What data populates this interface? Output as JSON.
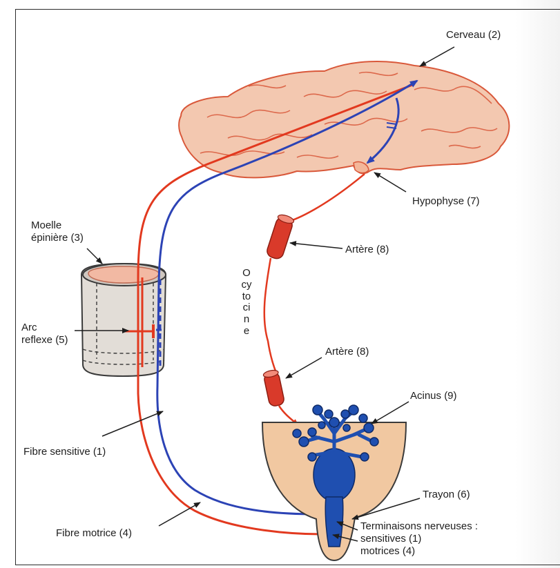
{
  "labels": {
    "cerveau": "Cerveau (2)",
    "hypophyse": "Hypophyse (7)",
    "moelle_line1": "Moelle",
    "moelle_line2": "épinière (3)",
    "artere_upper": "Artère (8)",
    "artere_lower": "Artère (8)",
    "ocytocine": "Ocytocine",
    "arc_line1": "Arc",
    "arc_line2": "reflexe (5)",
    "acinus": "Acinus (9)",
    "fibre_sensitive": "Fibre sensitive (1)",
    "trayon": "Trayon (6)",
    "terminaisons": "Terminaisons nerveuses :",
    "sensitives": "sensitives (1)",
    "motrices": "motrices (4)",
    "fibre_motrice": "Fibre motrice (4)"
  },
  "colors": {
    "motor_fibre": "#e2391f",
    "sensory_fibre": "#2c43b5",
    "brain": "#f3c8b0",
    "brain_outline": "#d9583a",
    "artery": "#d93a2a",
    "udder": "#f1c8a1",
    "gland": "#1f4fb0"
  }
}
